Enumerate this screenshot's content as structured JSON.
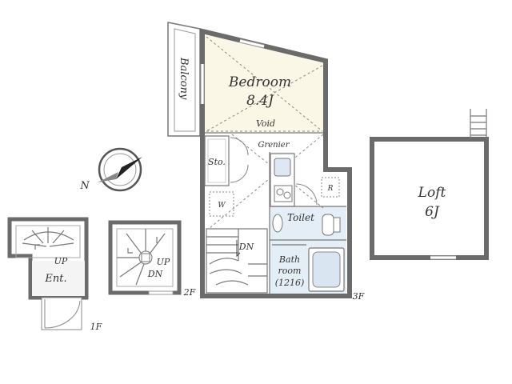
{
  "rooms": {
    "bedroom": {
      "name": "Bedroom",
      "size": "8.4J"
    },
    "void": "Void",
    "grenier": "Grenier",
    "storage": "Sto.",
    "washer": "W",
    "refrigerator": "R",
    "toilet": "Toilet",
    "bath": {
      "line1": "Bath",
      "line2": "room",
      "line3": "(1216)"
    },
    "balcony": "Balcony",
    "loft": {
      "name": "Loft",
      "size": "6J"
    },
    "entrance": "Ent."
  },
  "stairs": {
    "up_1f": "UP",
    "up_2f": "UP",
    "dn_2f": "DN",
    "dn_3f": "DN"
  },
  "floors": {
    "f1": "1F",
    "f2": "2F",
    "f3": "3F"
  },
  "compass": {
    "north": "N"
  },
  "colors": {
    "wall": "#6b6b6b",
    "bedroom_floor": "#fbf7e6",
    "wet_area": "#e4eef6",
    "entry_floor": "#f4f4f4"
  }
}
